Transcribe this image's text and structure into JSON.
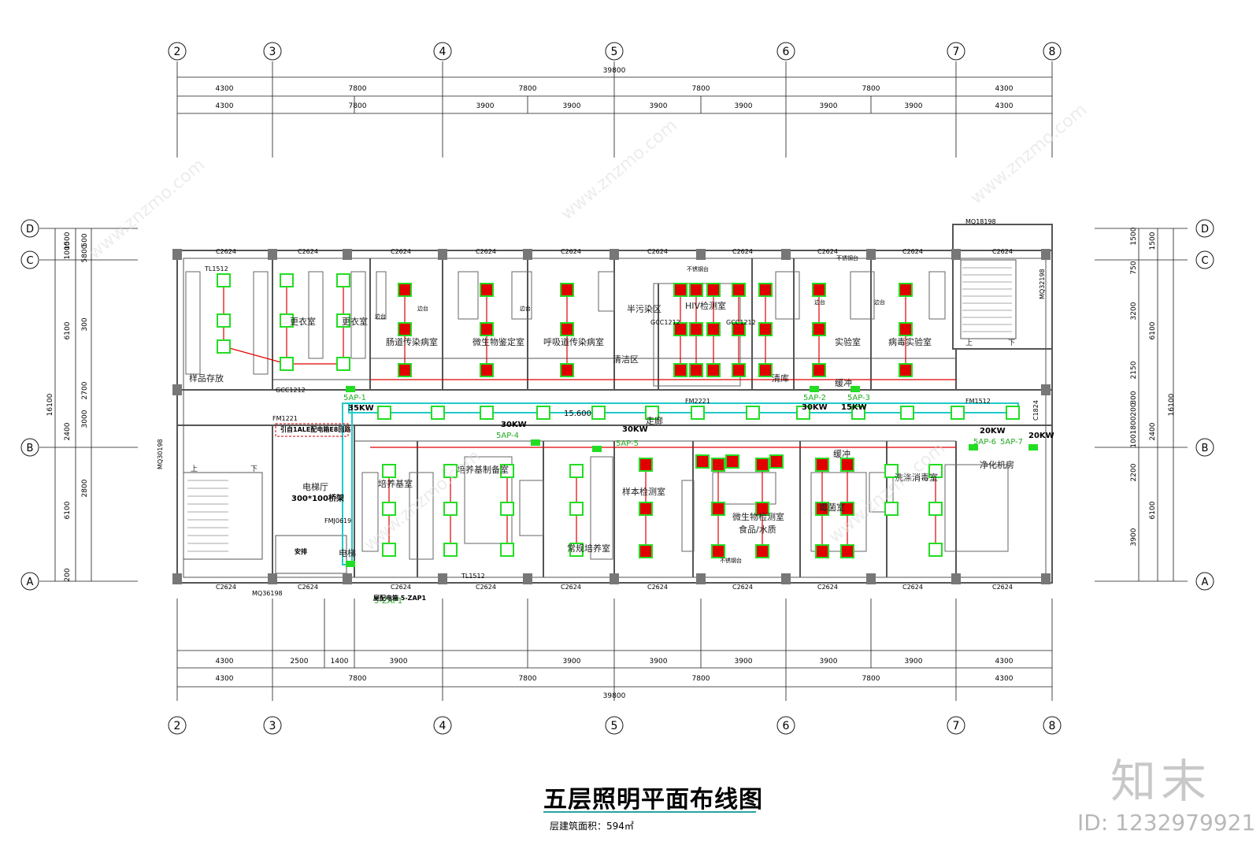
{
  "title": "五层照明平面布线图",
  "area_label": "层建筑面积：594㎡",
  "brand": "知末",
  "image_id": "ID: 1232979921",
  "watermark": "www.znzmo.com",
  "colors": {
    "wall": "#555555",
    "grid": "#1a1a1a",
    "fixture": "#22dd22",
    "red": "#e00000",
    "duct": "#22c9c9",
    "accent": "#2aa3a3",
    "label_box": "#d00000"
  },
  "grid_cols": [
    "2",
    "3",
    "4",
    "5",
    "6",
    "7",
    "8"
  ],
  "grid_rows": [
    "D",
    "C",
    "B",
    "A"
  ],
  "dims_top_total": "39800",
  "dims_top_row1": [
    "4300",
    "7800",
    "7800",
    "7800",
    "7800",
    "4300"
  ],
  "dims_top_row2": [
    "4300",
    "7800",
    "3900",
    "3900",
    "3900",
    "3900",
    "3900",
    "3900",
    "4300"
  ],
  "dims_bot_row1": [
    "4300",
    "2500",
    "1400",
    "3900",
    "3900",
    "3900",
    "3900",
    "3900",
    "3900",
    "4300"
  ],
  "dims_bot_row2": [
    "4300",
    "7800",
    "7800",
    "7800",
    "7800",
    "4300"
  ],
  "dims_bot_total": "39800",
  "dims_left_total": "16100",
  "dims_left_a": [
    "1500",
    "1000",
    "6100",
    "2400",
    "6100",
    "200"
  ],
  "dims_left_b": [
    "500",
    "5800",
    "300",
    "2700",
    "3000",
    "2800"
  ],
  "dims_right_total": "16100",
  "dims_right_a": [
    "1500",
    "6100",
    "2400",
    "6100"
  ],
  "dims_right_b": [
    "1500",
    "750",
    "3200",
    "2150",
    "300",
    "200",
    "1800",
    "100",
    "2200",
    "3900"
  ],
  "rooms_top": [
    "样品存放",
    "更衣室",
    "更衣室",
    "肠道传染病室",
    "微生物鉴定室",
    "呼吸道传染病室",
    "半污染区",
    "清洁区",
    "HIV检测室",
    "清库",
    "缓冲",
    "实验室",
    "病毒实验室"
  ],
  "rooms_bottom": [
    "电梯厅",
    "培养基室",
    "培养基制备室",
    "常规培养室",
    "样本检测室",
    "微生物检测室",
    "食品/水质",
    "霉菌室",
    "洗涤消毒室",
    "净化机房",
    "缓冲",
    "走廊",
    "电梯"
  ],
  "room_sub": [
    "上",
    "下",
    "上",
    "下"
  ],
  "windows": [
    "C2624",
    "C2624",
    "C2624",
    "C2624",
    "C2624",
    "C2624",
    "C2624",
    "C2624",
    "C2624",
    "C2624"
  ],
  "doors": [
    "TL1512",
    "GCC1212",
    "FM2221",
    "FM1512",
    "FMJ0619",
    "FM1221",
    "MQ36198",
    "MQ30198",
    "MQ18198",
    "MQ32198",
    "C1824",
    "TL1512",
    "GCC1212",
    "GCC1212"
  ],
  "panel_labels": [
    "5AP-1",
    "5AP-2",
    "5AP-3",
    "5AP-4",
    "5AP-5",
    "5AP-6",
    "5AP-7",
    "5-ZAP1"
  ],
  "power_labels": [
    "35KW",
    "30KW",
    "15KW",
    "30KW",
    "30KW",
    "20KW",
    "20KW"
  ],
  "elevation": "15.600",
  "notes": [
    "引自1ALE配电箱E8回路",
    "300*100桥架",
    "屋配电箱 5-ZAP1",
    "安排"
  ],
  "bench": [
    "边台",
    "边台",
    "边台",
    "边台",
    "边台",
    "不锈钢台",
    "不锈钢台",
    "不锈钢台"
  ]
}
